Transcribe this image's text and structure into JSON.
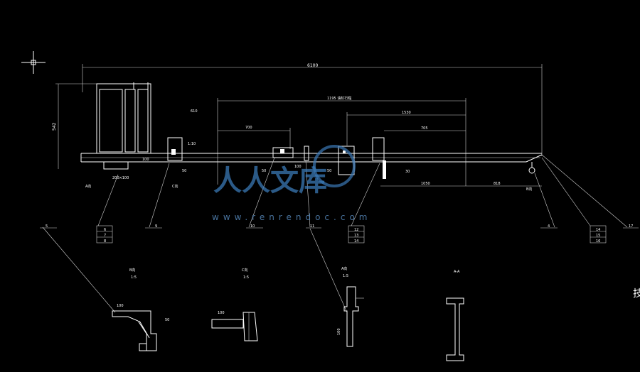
{
  "drawing": {
    "background": "#000000",
    "line_color": "#ffffff",
    "dimensions": {
      "overall": "6100",
      "dim_1195": "1195 油缸行程",
      "dim_1530": "1530",
      "dim_705": "705",
      "dim_700": "700",
      "dim_1050": "1050",
      "dim_818": "818",
      "height_542": "542",
      "height_610": "610",
      "dim_100_a": "100",
      "dim_100_b": "100",
      "dim_50_a": "50",
      "dim_50_b": "50",
      "dim_50_c": "50",
      "dim_1_10": "1:10",
      "dim_200x100": "200×100",
      "dim_100_small": "100",
      "dim_30": "30"
    },
    "section_labels": {
      "b": "B向",
      "b_scale": "1:5",
      "c": "C向",
      "c_scale": "1:5",
      "a": "A向",
      "a_scale": "1:5",
      "aa": "A-A"
    },
    "section_dims": {
      "b_100": "100",
      "b_50": "50",
      "c_100": "100",
      "a_100": "100"
    },
    "parts": {
      "callout_5": "5",
      "callout_9": "9",
      "callout_10": "10",
      "callout_11": "11",
      "callout_4": "4",
      "callout_13": "13",
      "callout_17": "17",
      "box_6": "6",
      "box_7": "7",
      "box_8": "8",
      "box_12": "12",
      "box_14": "14",
      "box_15": "15",
      "box_16": "16",
      "tag_a": "A向",
      "tag_c": "C向",
      "tag_b": "B向",
      "side_char": "技"
    },
    "watermark": {
      "text": "人人文库",
      "url": "www.renrendoc.com",
      "color": "#3a78b5"
    }
  }
}
